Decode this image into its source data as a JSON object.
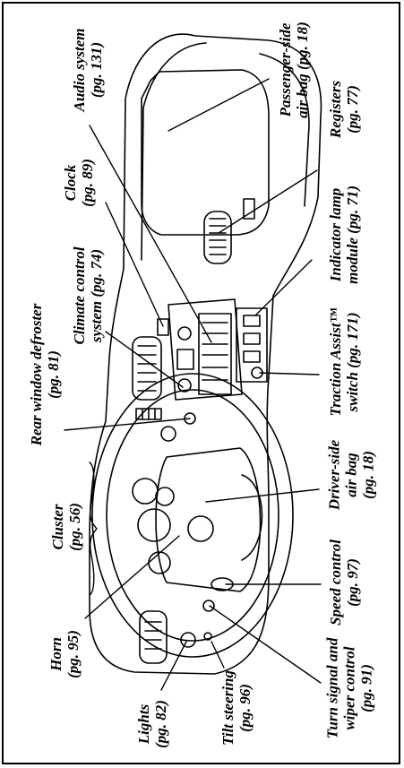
{
  "labels": {
    "audio_system": {
      "line1": "Audio system",
      "line2": "(pg. 131)"
    },
    "passenger_air_bag": {
      "line1": "Passenger-side",
      "line2": "air bag (pg. 18)"
    },
    "registers": {
      "line1": "Registers",
      "line2": "(pg. 77)"
    },
    "clock": {
      "line1": "Clock",
      "line2": "(pg. 89)"
    },
    "indicator_lamp": {
      "line1": "Indicator lamp",
      "line2": "module (pg. 71)"
    },
    "climate_control": {
      "line1": "Climate control",
      "line2": "system (pg. 74)"
    },
    "traction_assist": {
      "line1": "Traction Assist™",
      "line2": "switch (pg. 171)"
    },
    "rear_defroster": {
      "line1": "Rear window defroster",
      "line2": "(pg. 81)"
    },
    "driver_air_bag": {
      "line1": "Driver-side",
      "line2": "air bag",
      "line3": "(pg. 18)"
    },
    "cluster": {
      "line1": "Cluster",
      "line2": "(pg. 56)"
    },
    "speed_control": {
      "line1": "Speed control",
      "line2": "(pg. 97)"
    },
    "horn": {
      "line1": "Horn",
      "line2": "(pg. 95)"
    },
    "turn_signal": {
      "line1": "Turn signal and",
      "line2": "wiper control",
      "line3": "(pg. 91)"
    },
    "tilt_steering": {
      "line1": "Tilt steering",
      "line2": "(pg. 96)"
    },
    "lights": {
      "line1": "Lights",
      "line2": "(pg. 82)"
    }
  },
  "colors": {
    "ink": "#000000",
    "paper": "#ffffff"
  }
}
